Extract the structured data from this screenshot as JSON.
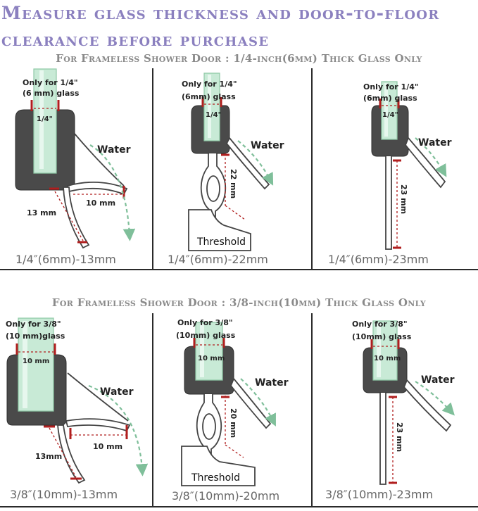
{
  "title": "Measure glass thickness and door-to-floor clearance before purchase",
  "sections": [
    {
      "heading": "For Frameless Shower Door : 1/4-inch(6mm) Thick Glass Only",
      "panels": [
        {
          "glass_line1": "Only for 1/4\"",
          "glass_line2": "(6 mm) glass",
          "thickness": "1/4\"",
          "water": "Water",
          "gap": "10 mm",
          "clearance": "13 mm",
          "caption": "1/4″(6mm)-13mm"
        },
        {
          "glass_line1": "Only for 1/4\"",
          "glass_line2": "(6mm) glass",
          "thickness": "1/4\"",
          "water": "Water",
          "clearance": "22 mm",
          "threshold": "Threshold",
          "caption": "1/4″(6mm)-22mm"
        },
        {
          "glass_line1": "Only for 1/4\"",
          "glass_line2": "(6mm) glass",
          "thickness": "1/4\"",
          "water": "Water",
          "clearance": "23 mm",
          "caption": "1/4″(6mm)-23mm"
        }
      ]
    },
    {
      "heading": "For Frameless Shower Door : 3/8-inch(10mm) Thick Glass Only",
      "panels": [
        {
          "glass_line1": "Only for 3/8\"",
          "glass_line2": "(10 mm)glass",
          "thickness": "10 mm",
          "water": "Water",
          "gap": "10 mm",
          "clearance": "13mm",
          "caption": "3/8″(10mm)-13mm"
        },
        {
          "glass_line1": "Only for 3/8\"",
          "glass_line2": "(10mm) glass",
          "thickness": "10 mm",
          "water": "Water",
          "clearance": "20 mm",
          "threshold": "Threshold",
          "caption": "3/8″(10mm)-20mm"
        },
        {
          "glass_line1": "Only for 3/8\"",
          "glass_line2": "(10mm) glass",
          "thickness": "10 mm",
          "water": "Water",
          "clearance": "23 mm",
          "caption": "3/8″(10mm)-23mm"
        }
      ]
    }
  ],
  "colors": {
    "title": "#8b80bf",
    "heading": "#8a8a8a",
    "frame": "#4a4a4a",
    "glass": "#c8ead6",
    "dimension": "#b01e1e",
    "water_flow": "#7fbf9a"
  }
}
